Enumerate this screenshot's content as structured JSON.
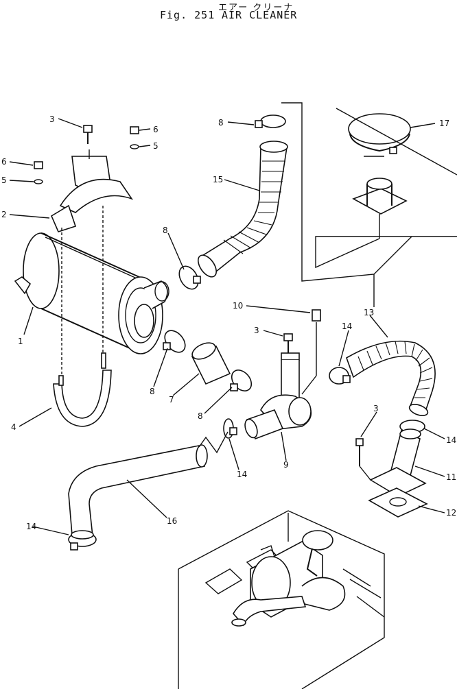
{
  "header": {
    "japanese_title": "エアー クリーナ",
    "figure_number": "Fig. 251",
    "title": "AIR CLEANER"
  },
  "callouts": [
    {
      "id": "c3a",
      "label": "3"
    },
    {
      "id": "c6a",
      "label": "6"
    },
    {
      "id": "c5a",
      "label": "5"
    },
    {
      "id": "c6b",
      "label": "6"
    },
    {
      "id": "c5b",
      "label": "5"
    },
    {
      "id": "c2",
      "label": "2"
    },
    {
      "id": "c1",
      "label": "1"
    },
    {
      "id": "c4",
      "label": "4"
    },
    {
      "id": "c8a",
      "label": "8"
    },
    {
      "id": "c15",
      "label": "15"
    },
    {
      "id": "c8b",
      "label": "8"
    },
    {
      "id": "c17",
      "label": "17"
    },
    {
      "id": "c10",
      "label": "10"
    },
    {
      "id": "c3b",
      "label": "3"
    },
    {
      "id": "c13",
      "label": "13"
    },
    {
      "id": "c14a",
      "label": "14"
    },
    {
      "id": "c8c",
      "label": "8"
    },
    {
      "id": "c7",
      "label": "7"
    },
    {
      "id": "c8d",
      "label": "8"
    },
    {
      "id": "c9",
      "label": "9"
    },
    {
      "id": "c14b",
      "label": "14"
    },
    {
      "id": "c3c",
      "label": "3"
    },
    {
      "id": "c14c",
      "label": "14"
    },
    {
      "id": "c11",
      "label": "11"
    },
    {
      "id": "c12",
      "label": "12"
    },
    {
      "id": "c16",
      "label": "16"
    },
    {
      "id": "c14d",
      "label": "14"
    }
  ]
}
